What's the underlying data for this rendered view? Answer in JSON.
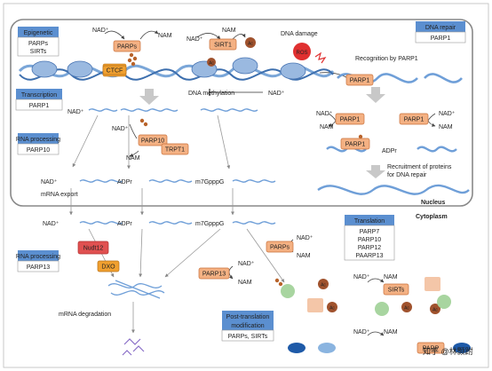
{
  "nucleus": {
    "label": "Nucleus",
    "epigenetic": {
      "title": "Epigenetic",
      "items": [
        "PARPs",
        "SIRTs"
      ]
    },
    "dna_repair": {
      "title": "DNA repair",
      "items": [
        "PARP1"
      ]
    },
    "transcription": {
      "title": "Transcription",
      "items": [
        "PARP1"
      ]
    },
    "rna_processing": {
      "title": "RNA processing",
      "items": [
        "PARP10"
      ]
    }
  },
  "cytoplasm": {
    "label": "Cytoplasm",
    "rna_processing": {
      "title": "RNA processing",
      "items": [
        "PARP13"
      ]
    },
    "translation": {
      "title": "Translation",
      "items": [
        "PARP7",
        "PARP10",
        "PARP12",
        "PAARP13"
      ]
    },
    "post_translation": {
      "title": "Post-translation modification",
      "title_lines": [
        "Post-translation",
        "modification"
      ],
      "items": [
        "PARPs, SIRTs"
      ]
    }
  },
  "labels": {
    "nad_plus": "NAD⁺",
    "nam": "NAM",
    "nad_cap": "NAD⁺",
    "adpr": "ADPr",
    "adpr_cap": "ADPr",
    "m7g": "m7GpppG",
    "ac": "Ac",
    "parps": "PARPs",
    "sirt1": "SIRT1",
    "sirts": "SIRTs",
    "ctcf": "CTCF",
    "parp1": "PARP1",
    "parp10": "PARP10",
    "trpt1": "TRPT1",
    "parp13": "PARP13",
    "nudt12": "Nudt12",
    "dxo": "DXO",
    "ros": "ROS",
    "dna_damage": "DNA damage",
    "recognition": "Recognition by PARP1",
    "dna_methylation": "DNA methylation",
    "recruitment_lines": [
      "Recruitment of proteins",
      "for DNA repair"
    ],
    "mrna_export": "mRNA export",
    "mrna_degradation": "mRNA degradation"
  },
  "watermark": "知乎 @林颢跗",
  "colors": {
    "enzyme_fill": "#f4b183",
    "enzyme_stroke": "#c8703a",
    "header_fill": "#5b8fd0",
    "dna_blue": "#6f9fd8",
    "ros_red": "#e03030",
    "nudt12_red": "#e05050",
    "acetyl": "#a0522d"
  }
}
